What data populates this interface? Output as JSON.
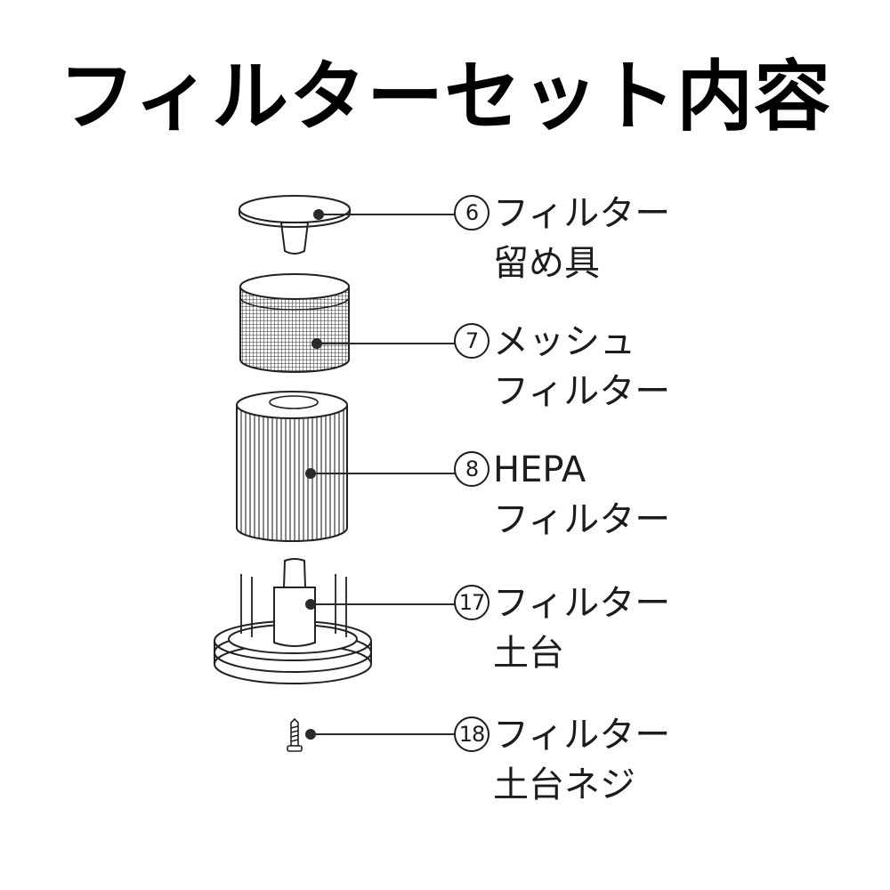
{
  "title": "フィルターセット内容",
  "parts": [
    {
      "number": "6",
      "line1": "フィルター",
      "line2": "留め具",
      "part_icon": "filter-clip-icon"
    },
    {
      "number": "7",
      "line1": "メッシュ",
      "line2": "フィルター",
      "part_icon": "mesh-filter-icon"
    },
    {
      "number": "8",
      "line1": "HEPA",
      "line2": "フィルター",
      "part_icon": "hepa-filter-icon"
    },
    {
      "number": "17",
      "line1": "フィルター",
      "line2": "土台",
      "part_icon": "filter-base-icon"
    },
    {
      "number": "18",
      "line1": "フィルター",
      "line2": "土台ネジ",
      "part_icon": "screw-icon"
    }
  ],
  "colors": {
    "line": "#1c1c1c",
    "fill": "#ffffff",
    "mesh": "#3a3a3a"
  }
}
